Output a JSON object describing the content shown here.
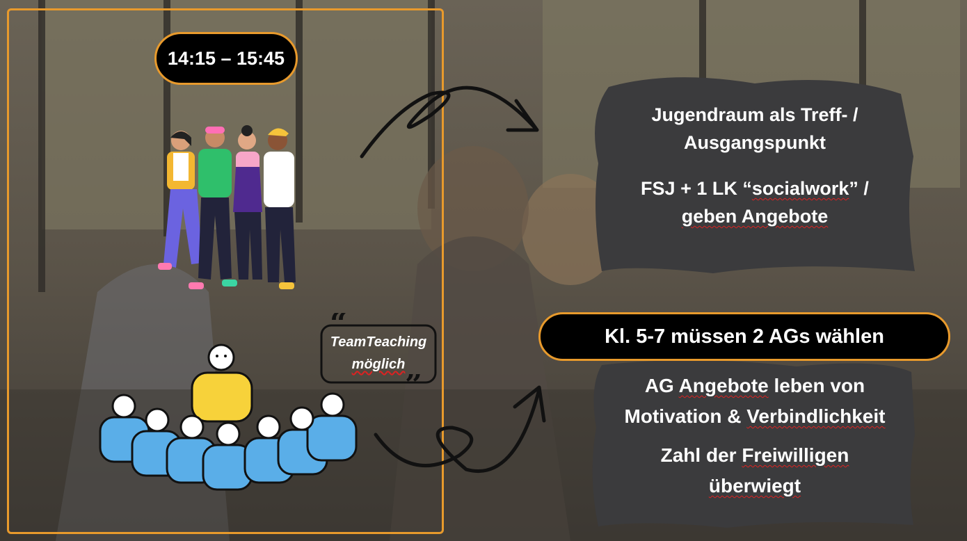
{
  "time_range": "14:15 – 15:45",
  "speech_bubble": {
    "line1": "TeamTeaching",
    "line2": "möglich"
  },
  "top_blob": {
    "line1": "Jugendraum als Treff- /",
    "line2": "Ausgangspunkt",
    "line3_pre": "FSJ + 1 LK “",
    "line3_u": "socialwork",
    "line3_post": "” /",
    "line4": "geben Angebote"
  },
  "requirement_pill": "Kl. 5-7 müssen 2 AGs wählen",
  "bottom_blob": {
    "line1_pre": "AG ",
    "line1_u": "Angebote",
    "line1_post": " leben von",
    "line2_pre": "Motivation & ",
    "line2_u": "Verbindlichkeit",
    "line3_pre": "Zahl der ",
    "line3_u": "Freiwilligen",
    "line4": "überwiegt"
  },
  "colors": {
    "accent": "#e89a2c",
    "blob": "#3b3b3d",
    "pill": "#000000",
    "person_yellow": "#f7d23a",
    "person_blue": "#5aaee8"
  },
  "icons": [
    "friends-group-illustration",
    "teacher-group-icon",
    "quote-marks-icon",
    "curved-arrow-icon"
  ]
}
